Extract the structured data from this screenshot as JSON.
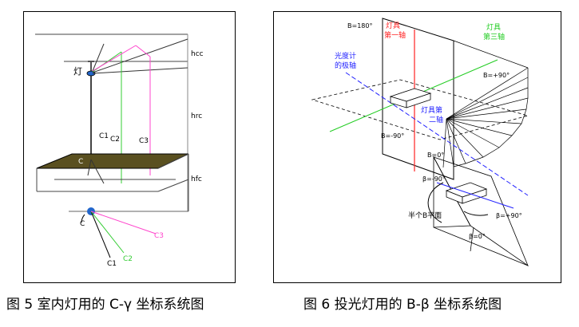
{
  "figure5": {
    "caption": "图 5 室内灯用的 C-γ 坐标系统图",
    "labels": {
      "lamp": "灯",
      "hcc": "hcc",
      "hrc": "hrc",
      "hfc": "hfc",
      "c1": "C1",
      "c2": "C2",
      "c3": "C3",
      "c": "C",
      "bottom_c": "C",
      "bottom_c1": "C1",
      "bottom_c2": "C2",
      "bottom_c3": "C3"
    },
    "colors": {
      "c2": "#33cc33",
      "c3": "#ff44cc",
      "floor": "#5a5020",
      "lamp": "#2266cc"
    }
  },
  "figure6": {
    "caption": "图 6 投光灯用的 B-β 坐标系统图",
    "labels": {
      "b180": "B=180°",
      "axis1_line1": "灯具",
      "axis1_line2": "第一轴",
      "axis3_line1": "灯具",
      "axis3_line2": "第三轴",
      "gonio_line1": "光度计",
      "gonio_line2": "的极轴",
      "b_plus90": "B=+90°",
      "axis2_line1": "灯具第",
      "axis2_line2": "二轴",
      "b_minus90": "B=-90°",
      "b0": "B=0°",
      "beta_minus90": "β=-90°",
      "half_plane": "半个B平面",
      "beta_plus90": "β=+90°",
      "beta0": "β=0°"
    },
    "colors": {
      "axis1": "#ff2222",
      "axis2": "#2222ff",
      "axis3": "#22cc22"
    }
  }
}
